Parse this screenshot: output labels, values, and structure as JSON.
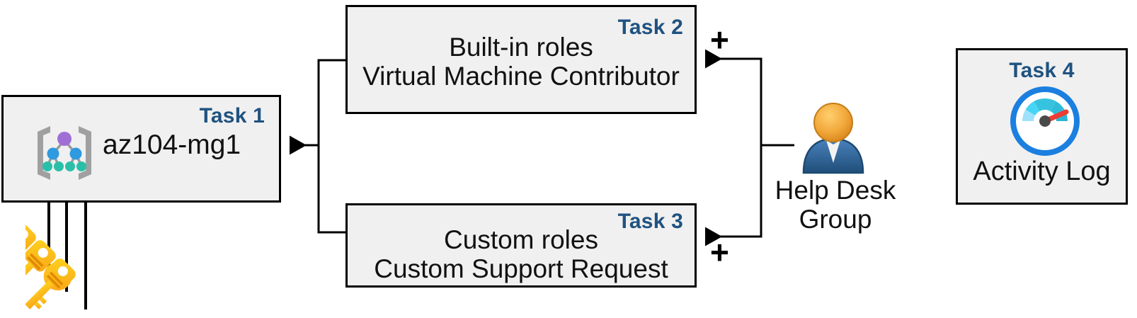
{
  "diagram": {
    "title": "Azure RBAC task diagram",
    "accent_color": "#1f5280",
    "box_fill": "#f0f0f0",
    "box_border": "#000000"
  },
  "task1": {
    "badge": "Task 1",
    "label": "az104-mg1",
    "icon": "management-group-icon"
  },
  "task2": {
    "badge": "Task 2",
    "line1": "Built-in roles",
    "line2": "Virtual Machine Contributor"
  },
  "task3": {
    "badge": "Task 3",
    "line1": "Custom roles",
    "line2": "Custom Support Request"
  },
  "task4": {
    "badge": "Task 4",
    "label": "Activity Log",
    "icon": "gauge-icon"
  },
  "helpdesk": {
    "label": "Help Desk\nGroup",
    "icon": "user-group-icon"
  },
  "keys": {
    "icon": "keys-icon",
    "count": 3
  },
  "connectors": {
    "plus_top": "+",
    "plus_bottom": "+"
  }
}
